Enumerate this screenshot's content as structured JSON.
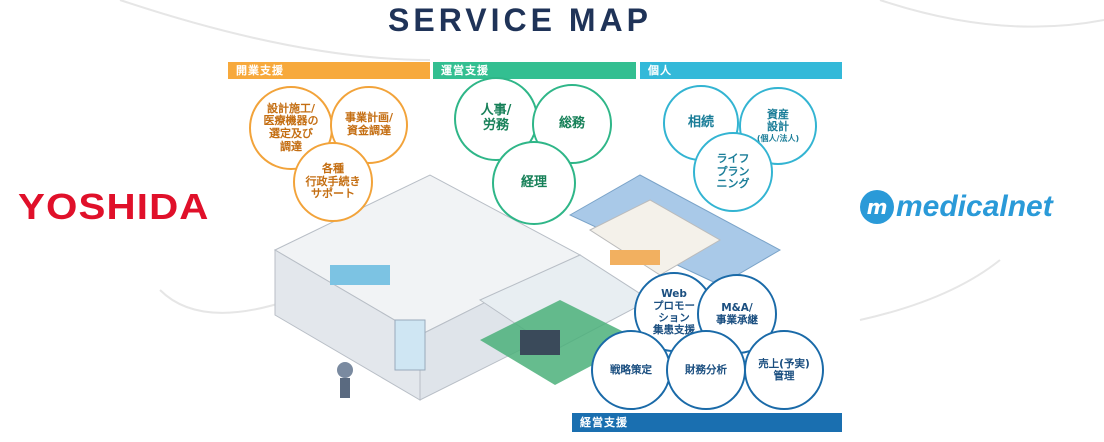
{
  "title": "SERVICE MAP",
  "sections": {
    "kaigyo": {
      "label": "開業支援",
      "color": "#f7a93c",
      "items": [
        "設計施工/\n医療機器の\n選定及び\n調達",
        "事業計画/\n資金調達",
        "各種\n行政手続き\nサポート"
      ]
    },
    "unei": {
      "label": "運営支援",
      "color": "#33bf91",
      "items": [
        "人事/\n労務",
        "総務",
        "経理"
      ]
    },
    "kojin": {
      "label": "個人",
      "color": "#33b9d9",
      "items": [
        "相続",
        "資産\n設計",
        "ライフ\nプラン\nニング"
      ],
      "sub": "(個人/法人)"
    },
    "keiei": {
      "label": "経営支援",
      "color": "#1a6fb0",
      "items": [
        "Web\nプロモー\nション\n集患支援",
        "M&A/\n事業承継",
        "戦略策定",
        "財務分析",
        "売上(予実)\n管理"
      ]
    }
  },
  "logos": {
    "left": "YOSHIDA",
    "right_mark": "m",
    "right": "medicalnet"
  }
}
